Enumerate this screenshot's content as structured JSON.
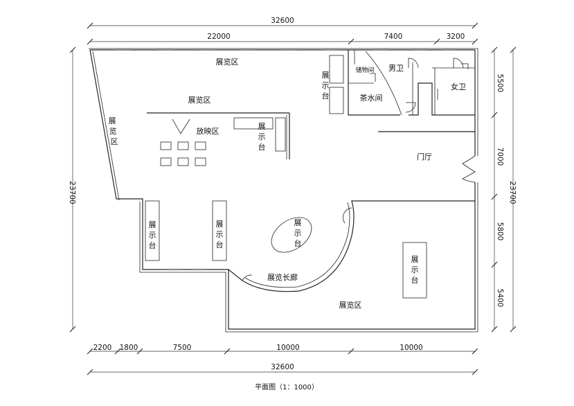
{
  "dimensions": {
    "top_total": "32600",
    "top_segments": [
      "22000",
      "7400",
      "3200"
    ],
    "bottom_segments": [
      "2200",
      "1800",
      "7500",
      "10000",
      "10000"
    ],
    "bottom_total": "32600",
    "left_total": "23700",
    "right_total": "23700",
    "right_segments": [
      "5500",
      "7000",
      "5800",
      "5400"
    ]
  },
  "rooms": {
    "exhibit_top": "展览区",
    "exhibit_mid": "展览区",
    "exhibit_left": [
      "展",
      "览",
      "区"
    ],
    "screening": "放映区",
    "storage": "储物间",
    "mens_wc": "男卫",
    "womens_wc": "女卫",
    "tea_room": "茶水间",
    "lobby": "门厅",
    "gallery_corridor": "展览长廊",
    "exhibit_bottom": "展览区"
  },
  "display_stands": {
    "vertical_chars": [
      "展",
      "示",
      "台"
    ]
  },
  "caption": "平面图（1：1000）"
}
